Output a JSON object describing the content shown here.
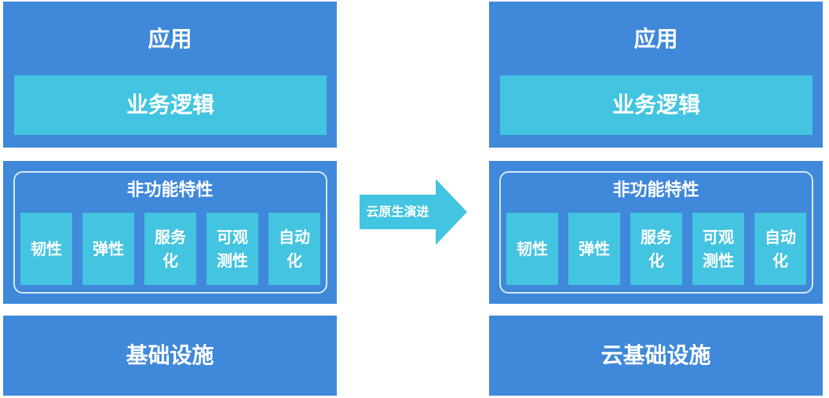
{
  "colors": {
    "block_blue": "#3f88da",
    "accent_cyan": "#43c4e1",
    "text": "#ffffff",
    "background": "#ffffff"
  },
  "stacks": [
    {
      "app_title": "应用",
      "business_logic": "业务逻辑",
      "nfr_title": "非功能特性",
      "features": [
        {
          "lines": [
            "韧性"
          ]
        },
        {
          "lines": [
            "弹性"
          ]
        },
        {
          "lines": [
            "服务",
            "化"
          ]
        },
        {
          "lines": [
            "可观",
            "测性"
          ]
        },
        {
          "lines": [
            "自动",
            "化"
          ]
        }
      ],
      "infra": "基础设施"
    },
    {
      "app_title": "应用",
      "business_logic": "业务逻辑",
      "nfr_title": "非功能特性",
      "features": [
        {
          "lines": [
            "韧性"
          ]
        },
        {
          "lines": [
            "弹性"
          ]
        },
        {
          "lines": [
            "服务",
            "化"
          ]
        },
        {
          "lines": [
            "可观",
            "测性"
          ]
        },
        {
          "lines": [
            "自动",
            "化"
          ]
        }
      ],
      "infra": "云基础设施"
    }
  ],
  "arrow_label": "云原生演进"
}
